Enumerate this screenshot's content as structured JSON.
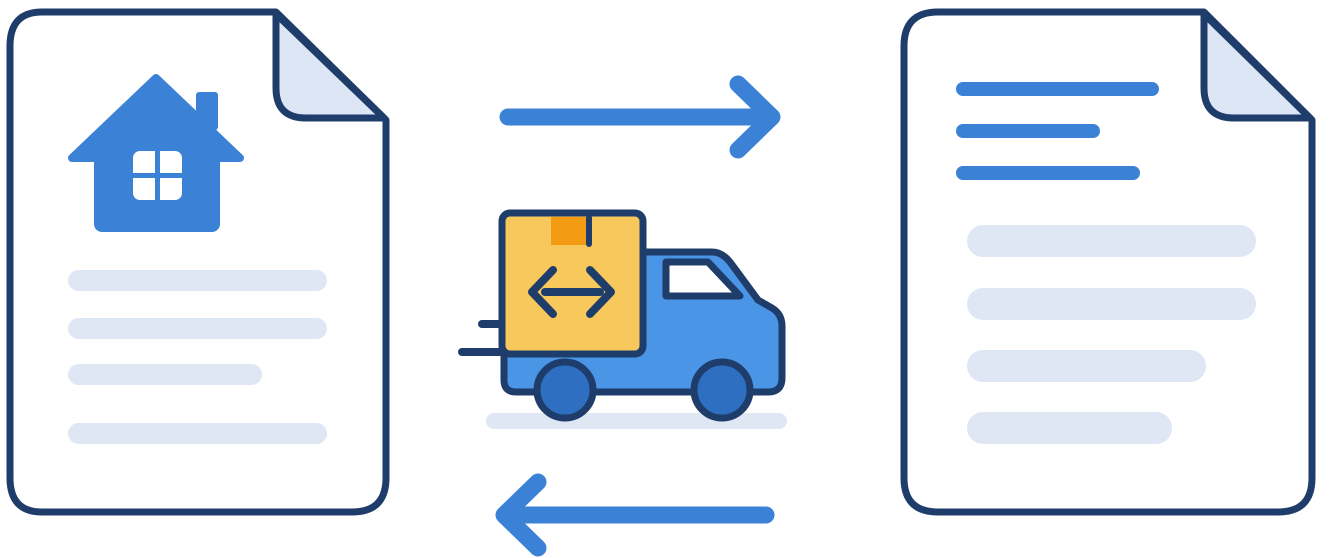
{
  "illustration": {
    "left_document": {
      "icon": "house-icon",
      "text_line_count": 4
    },
    "right_document": {
      "icon": "none",
      "highlighted_line_count": 3,
      "text_line_count": 4
    },
    "delivery_truck": {
      "icon": "truck-icon",
      "box_icon": "bidirectional-arrow-icon"
    },
    "arrows": {
      "top": "right-arrow-icon",
      "bottom": "left-arrow-icon"
    }
  },
  "colors": {
    "outline": "#1f3d6b",
    "accent_blue": "#3b82d6",
    "truck_blue": "#4a95e6",
    "wheel_blue": "#2f6fc2",
    "box_yellow": "#f8c85c",
    "tape_orange": "#f29b13",
    "placeholder_line": "#dfe7f5",
    "page_fold": "#dde6f4",
    "background": "#ffffff"
  }
}
